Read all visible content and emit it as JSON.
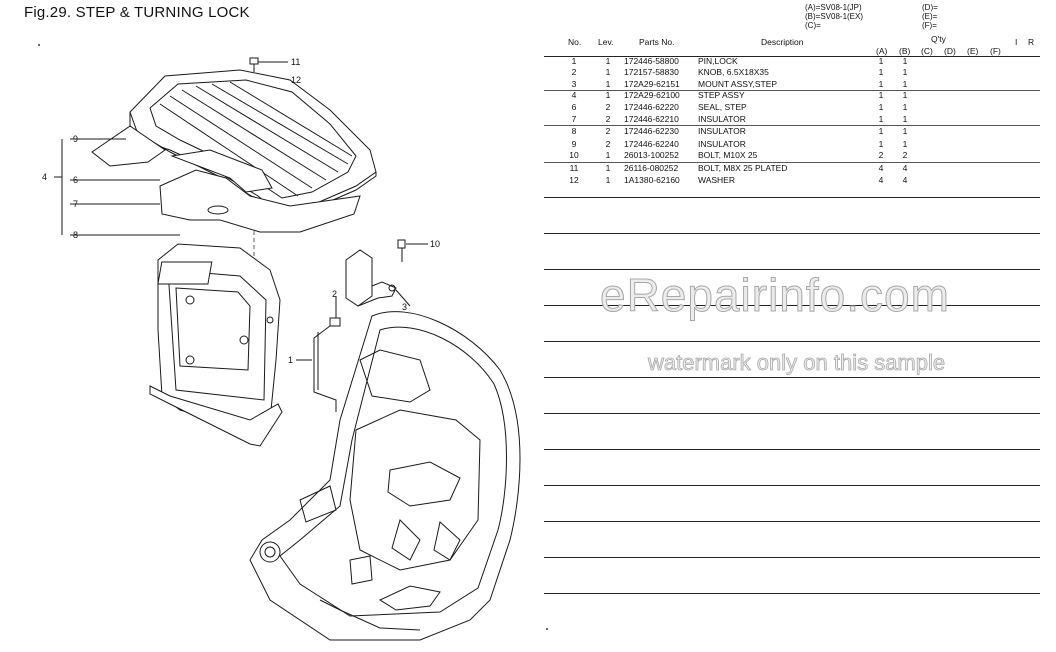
{
  "page": {
    "title": "Fig.29.  STEP & TURNING LOCK"
  },
  "models": {
    "left": [
      "(A)=SV08-1(JP)",
      "(B)=SV08-1(EX)",
      "(C)="
    ],
    "right": [
      "(D)=",
      "(E)=",
      "(F)="
    ]
  },
  "table": {
    "headers": {
      "no": "No.",
      "lev": "Lev.",
      "parts_no": "Parts No.",
      "description": "Description",
      "qty": "Q'ty",
      "i": "I",
      "r": "R"
    },
    "qty_cols": [
      "(A)",
      "(B)",
      "(C)",
      "(D)",
      "(E)",
      "(F)"
    ],
    "rows": [
      {
        "no": "1",
        "lev": "1",
        "part": "172446-58800",
        "desc": "PIN,LOCK",
        "qa": "1",
        "qb": "1"
      },
      {
        "no": "2",
        "lev": "1",
        "part": "172157-58830",
        "desc": "KNOB, 6.5X18X35",
        "qa": "1",
        "qb": "1"
      },
      {
        "no": "3",
        "lev": "1",
        "part": "172A29-62151",
        "desc": "MOUNT ASSY,STEP",
        "qa": "1",
        "qb": "1"
      },
      {
        "no": "4",
        "lev": "1",
        "part": "172A29-62100",
        "desc": "STEP ASSY",
        "qa": "1",
        "qb": "1"
      },
      {
        "no": "6",
        "lev": "2",
        "part": "172446-62220",
        "desc": "SEAL, STEP",
        "qa": "1",
        "qb": "1"
      },
      {
        "no": "7",
        "lev": "2",
        "part": "172446-62210",
        "desc": "INSULATOR",
        "qa": "1",
        "qb": "1"
      },
      {
        "no": "8",
        "lev": "2",
        "part": "172446-62230",
        "desc": "INSULATOR",
        "qa": "1",
        "qb": "1"
      },
      {
        "no": "9",
        "lev": "2",
        "part": "172446-62240",
        "desc": "INSULATOR",
        "qa": "1",
        "qb": "1"
      },
      {
        "no": "10",
        "lev": "1",
        "part": "26013-100252",
        "desc": "BOLT, M10X 25",
        "qa": "2",
        "qb": "2"
      },
      {
        "no": "11",
        "lev": "1",
        "part": "26116-080252",
        "desc": "BOLT, M8X 25 PLATED",
        "qa": "4",
        "qb": "4"
      },
      {
        "no": "12",
        "lev": "1",
        "part": "1A1380-62160",
        "desc": "WASHER",
        "qa": "4",
        "qb": "4"
      }
    ]
  },
  "callouts": {
    "c11": "11",
    "c12": "12",
    "c9": "9",
    "c4": "4",
    "c6": "6",
    "c7": "7",
    "c8": "8",
    "c10": "10",
    "c2": "2",
    "c3": "3",
    "c1": "1"
  },
  "watermark": {
    "brand": "eRepairinfo.com",
    "note": "watermark only on this sample"
  }
}
